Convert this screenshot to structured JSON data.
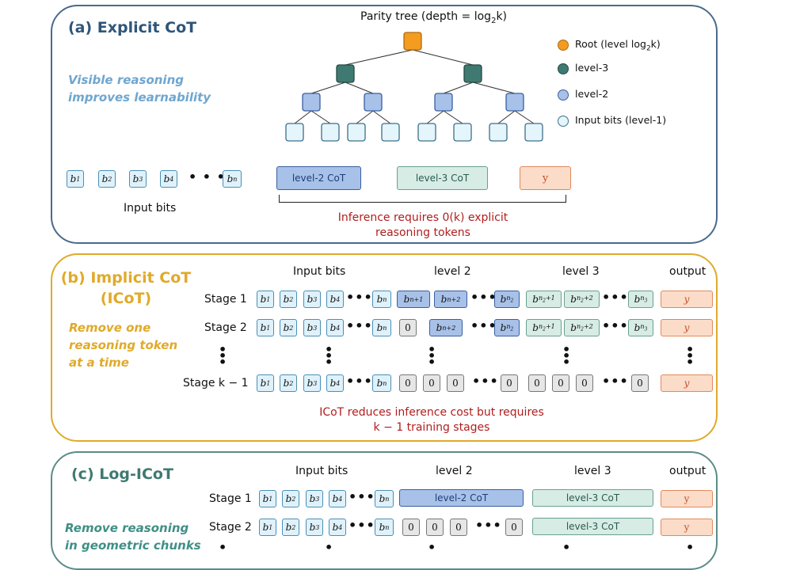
{
  "panel_a": {
    "title": "(a) Explicit CoT",
    "note_lines": [
      "Visible reasoning",
      "improves learnability"
    ],
    "tree_title": "Parity tree (depth = log",
    "tree_title_sub": "2",
    "tree_title_tail": "k)",
    "legend": [
      {
        "label": "Root (level log",
        "sub": "2",
        "tail": "k)",
        "color": "#f39c1f",
        "border": "#b06a10"
      },
      {
        "label": "level-3",
        "sub": "",
        "tail": "",
        "color": "#3f7a72",
        "border": "#244a45"
      },
      {
        "label": "level-2",
        "sub": "",
        "tail": "",
        "color": "#a8c1e8",
        "border": "#3a5fa0"
      },
      {
        "label": "Input bits (level-1)",
        "sub": "",
        "tail": "",
        "color": "#e4f5fb",
        "border": "#3d6f8a"
      }
    ],
    "bits": [
      "b1",
      "b2",
      "b3",
      "b4",
      "bn"
    ],
    "input_label": "Input bits",
    "cot_boxes": [
      "level-2 CoT",
      "level-3 CoT",
      "y"
    ],
    "inference_lines": [
      "Inference requires 0(k) explicit",
      "reasoning tokens"
    ]
  },
  "panel_b": {
    "title_lines": [
      "(b) Implicit CoT",
      "(ICoT)"
    ],
    "note_lines": [
      "Remove one",
      "reasoning token",
      "at a time"
    ],
    "headers": [
      "Input bits",
      "level 2",
      "level 3",
      "output"
    ],
    "stages": [
      "Stage 1",
      "Stage 2",
      "Stage k − 1"
    ],
    "output": "y",
    "footer_lines": [
      "ICoT reduces inference cost but requires",
      "k − 1 training stages"
    ]
  },
  "panel_c": {
    "title": "(c) Log-ICoT",
    "note_lines": [
      "Remove reasoning",
      "in geometric chunks"
    ],
    "headers": [
      "Input bits",
      "level 2",
      "level 3",
      "output"
    ],
    "stages": [
      "Stage 1",
      "Stage 2"
    ],
    "cot_boxes": [
      "level-2 CoT",
      "level-3 CoT"
    ],
    "output": "y"
  },
  "colors": {
    "panel_a": "#4a6a8c",
    "panel_b": "#e0aa2a",
    "panel_c": "#5a8c86",
    "note_a": "#6fa6cf",
    "note_b": "#e0aa2a",
    "note_c": "#3f8f86",
    "title_a": "#2f5579",
    "title_b": "#e0aa2a",
    "title_c": "#3f7a72"
  }
}
